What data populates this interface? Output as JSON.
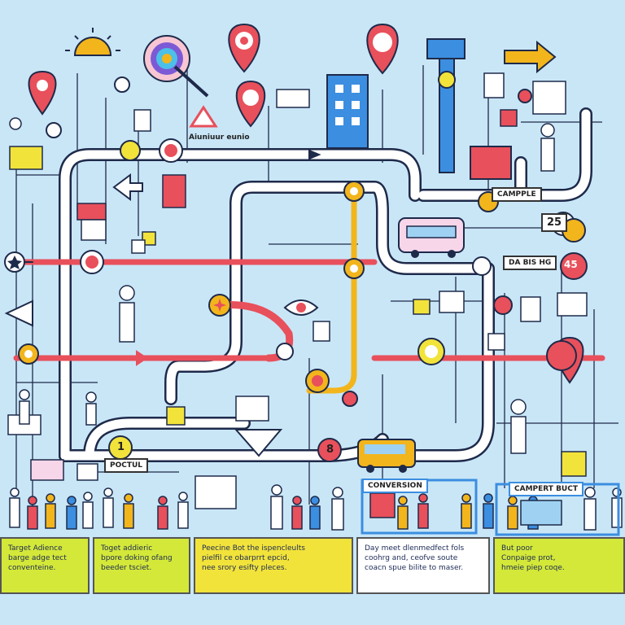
{
  "labels": {
    "top_caption": "Aiuniuur eunio",
    "campple": "CAMPPLE",
    "da_bis": "DA BIS HG",
    "num_25": "25",
    "num_45": "45",
    "num_1": "1",
    "num_8": "8",
    "poctul": "POCTUL",
    "conversion": "CONVERSION",
    "campert": "CAMPERT BUCT"
  },
  "panels": [
    {
      "lines": [
        "Target Adience",
        "barge adge tect",
        "conventeine."
      ],
      "bg": "#d4e839"
    },
    {
      "lines": [
        "Toget addieric",
        "bpore doking ofang",
        "beeder tsciet."
      ],
      "bg": "#d4e839"
    },
    {
      "lines": [
        "Peecine Bot the ispencleults",
        "pielfil ce obarprrt epcid,",
        "nee srory esifty pleces."
      ],
      "bg": "#f2e33b"
    },
    {
      "lines": [
        "Day meet dlenmedfect fols",
        "coohrg and, ceofve soute",
        "coacn spue bilite to maser."
      ],
      "bg": "#ffffff"
    },
    {
      "lines": [
        "But poor",
        "Conpaige prot,",
        "hmeie piep coqe."
      ],
      "bg": "#d4e839"
    }
  ],
  "colors": {
    "background": "#c9e6f7",
    "road": "#ffffff",
    "road_edge": "#1e2a4a",
    "red_line": "#e8505b",
    "yellow_line": "#f2b51c",
    "blue": "#3b8ee0",
    "panel_border": "#555555"
  }
}
